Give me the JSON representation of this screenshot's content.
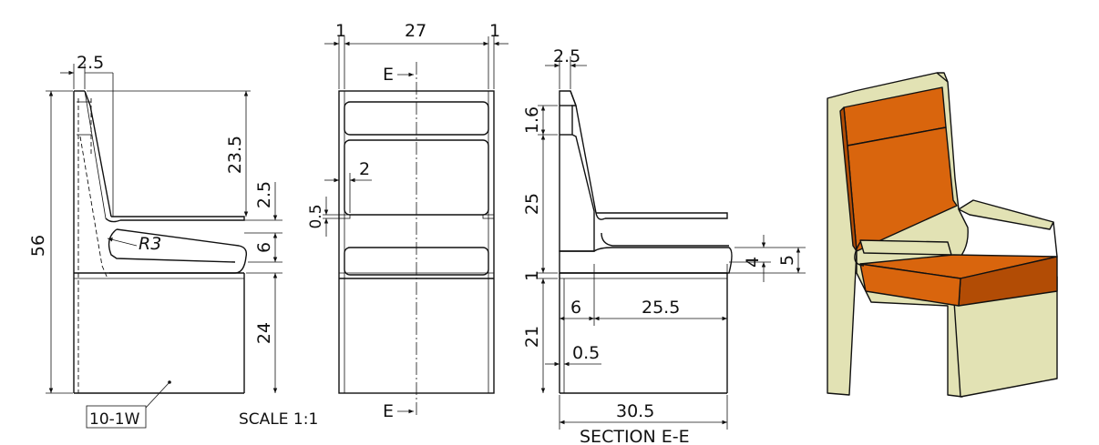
{
  "side_view": {
    "dims": {
      "top_thickness": "2.5",
      "total_height": "56",
      "back_height": "23.5",
      "seat_gap": "2.5",
      "arm_height": "6",
      "base_height": "24",
      "radius": "R3"
    },
    "part_label": "10-1W"
  },
  "front_view": {
    "dims": {
      "left_edge": "1",
      "width": "27",
      "right_edge": "1",
      "arm_width": "2",
      "arm_thickness": "0.5"
    },
    "section_label_top": "E",
    "section_label_bottom": "E"
  },
  "scale_label": "SCALE 1:1",
  "section_view": {
    "dims": {
      "top_thickness": "2.5",
      "cap_height": "1.6",
      "back_height": "25",
      "seat_thickness": "1",
      "base_height": "21",
      "seat_depth_back": "6",
      "seat_depth": "25.5",
      "offset": "0.5",
      "total_depth": "30.5",
      "cushion_height": "4",
      "cushion_total": "5"
    },
    "title": "SECTION E-E"
  },
  "colors": {
    "panel": "#e2e2b4",
    "cushion": "#d9650d",
    "cushion_dark": "#b24c05"
  }
}
